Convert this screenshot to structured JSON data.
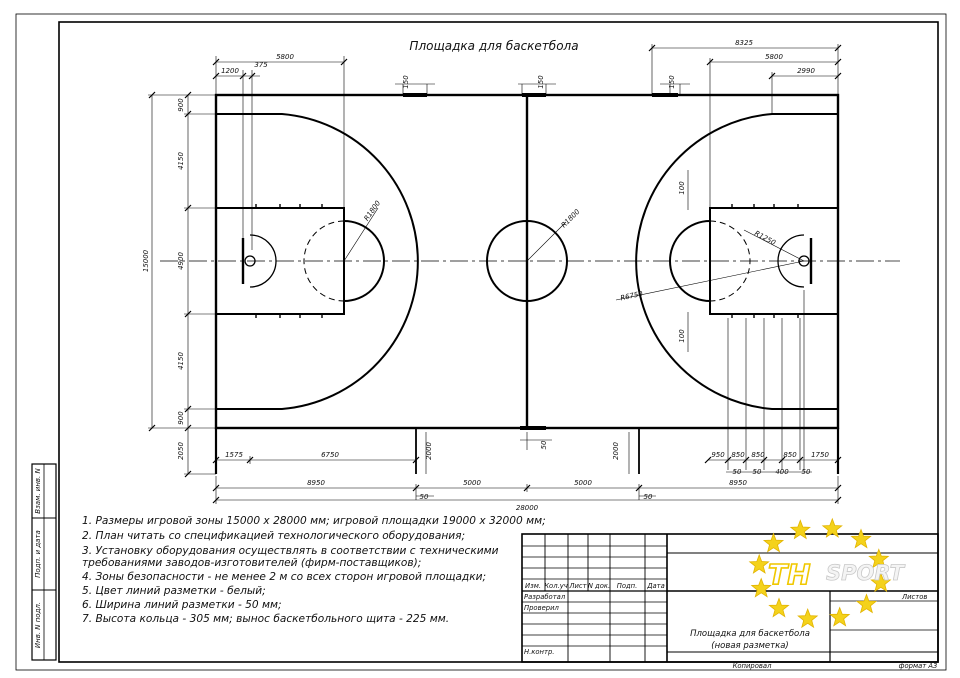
{
  "title": "Площадка для баскетбола",
  "notes": [
    "1. Размеры игровой зоны 15000 х 28000 мм; игровой площадки 19000 х 32000 мм;",
    "2. План читать со спецификацией технологического оборудования;",
    "3. Установку оборудования осуществлять в соответствии с техническими",
    "    требованиями заводов-изготовителей (фирм-поставщиков);",
    "4. Зоны безопасности - не менее 2 м со всех сторон игровой площадки;",
    "5. Цвет линий разметки - белый;",
    "6. Ширина линий разметки - 50 мм;",
    "7. Высота кольца - 305 мм; вынос баскетбольного щита - 225 мм."
  ],
  "dimensions": {
    "top_left": [
      "5800",
      "1200",
      "375",
      "150"
    ],
    "top_center": "150",
    "top_right": [
      "8325",
      "5800",
      "2990",
      "150"
    ],
    "left_vertical": [
      "900",
      "4150",
      "4900",
      "4150",
      "900",
      "15000"
    ],
    "left_bottom": "2050",
    "radii": [
      "R1800",
      "R1800",
      "R6750",
      "R1250"
    ],
    "right_small": [
      "100",
      "100"
    ],
    "bottom_row1": [
      "1575",
      "6750",
      "2000",
      "50",
      "2000"
    ],
    "bottom_right_row1": [
      "950",
      "850",
      "850",
      "850",
      "1750"
    ],
    "bottom_right_row2": [
      "50",
      "50",
      "400",
      "50"
    ],
    "bottom_row2": [
      "8950",
      "5000",
      "5000",
      "8950"
    ],
    "bottom_row2_small": [
      "50",
      "50"
    ],
    "total": "28000"
  },
  "side_labels": [
    "Взам. инв. N",
    "Подп. и дата",
    "Инв. N подл."
  ],
  "stamp": {
    "headers": [
      "Изм.",
      "Кол.уч",
      "Лист",
      "N док.",
      "Подп.",
      "Дата"
    ],
    "roles": [
      "Разработал",
      "Проверил",
      "Н.контр."
    ],
    "sheets_label": "Листов",
    "drawing_title": [
      "Площадка для баскетбола",
      "(новая разметка)"
    ],
    "copied": "Копировал",
    "format": "формат А3"
  },
  "logo": {
    "text_th": "TH",
    "text_sport": "SPORT",
    "colors": {
      "star": "#f4d21b",
      "star_stroke": "#e2b400",
      "text": "#f0c800"
    }
  }
}
